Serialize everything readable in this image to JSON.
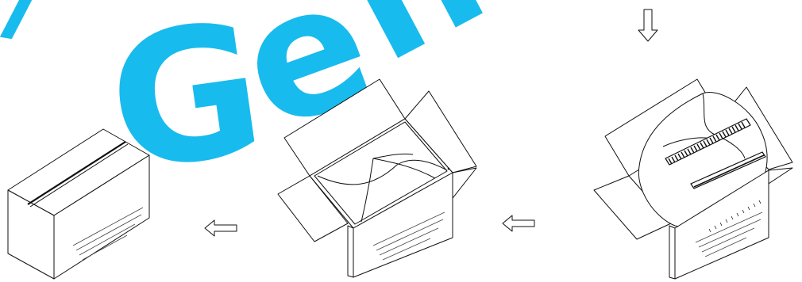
{
  "watermark": {
    "text": "Gen",
    "color": "#00b4ec"
  },
  "figure": {
    "steps": [
      {
        "name": "closed-box"
      },
      {
        "name": "open-box-bag-tucked"
      },
      {
        "name": "open-box-with-part"
      }
    ],
    "arrows": [
      {
        "name": "arrow-down",
        "direction": "down"
      },
      {
        "name": "arrow-left-1",
        "direction": "left"
      },
      {
        "name": "arrow-left-2",
        "direction": "left"
      }
    ],
    "label_lines": [
      "",
      "",
      "",
      ""
    ]
  }
}
